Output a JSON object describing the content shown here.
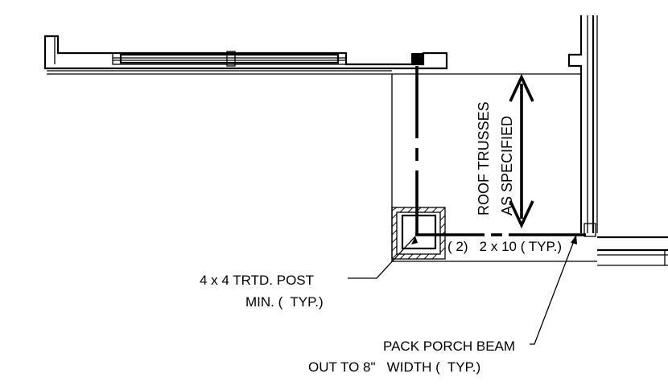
{
  "annotations": {
    "roof_trusses_line1": "ROOF TRUSSES",
    "roof_trusses_line2": "AS SPECIFIED",
    "beam_callout": "( 2)   2 x 10 ( TYP.)",
    "post_line1": "4 x 4 TRTD. POST",
    "post_line2": "MIN. (  TYP.)",
    "pack_line1": "PACK PORCH BEAM",
    "pack_line2": "OUT TO 8\"   WIDTH (  TYP.)"
  },
  "colors": {
    "ink": "#000000",
    "background": "#ffffff"
  }
}
